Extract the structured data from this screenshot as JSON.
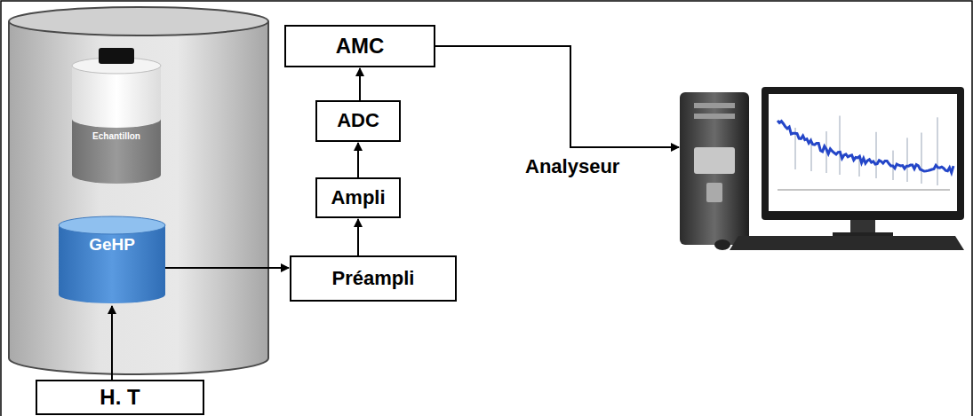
{
  "diagram": {
    "nodes": [
      {
        "text": [
          "Echantillon"
        ]
      },
      {
        "text": [
          "GeHP"
        ]
      },
      {
        "text": [
          "H. T"
        ]
      },
      {
        "text": [
          "AMC"
        ]
      },
      {
        "text": [
          "ADC"
        ]
      },
      {
        "text": [
          "Ampli"
        ]
      },
      {
        "text": [
          "Préampli"
        ]
      },
      {
        "text": [
          "Analyseur"
        ]
      }
    ],
    "edges": [
      {
        "from": 2,
        "to": 1,
        "arrow": "to"
      },
      {
        "from": 1,
        "to": 6,
        "arrow": "to"
      },
      {
        "from": 6,
        "to": 5,
        "arrow": "to"
      },
      {
        "from": 5,
        "to": 4,
        "arrow": "to"
      },
      {
        "from": 4,
        "to": 3,
        "arrow": "to"
      },
      {
        "from": 3,
        "to": 7,
        "arrow": "to"
      }
    ]
  }
}
